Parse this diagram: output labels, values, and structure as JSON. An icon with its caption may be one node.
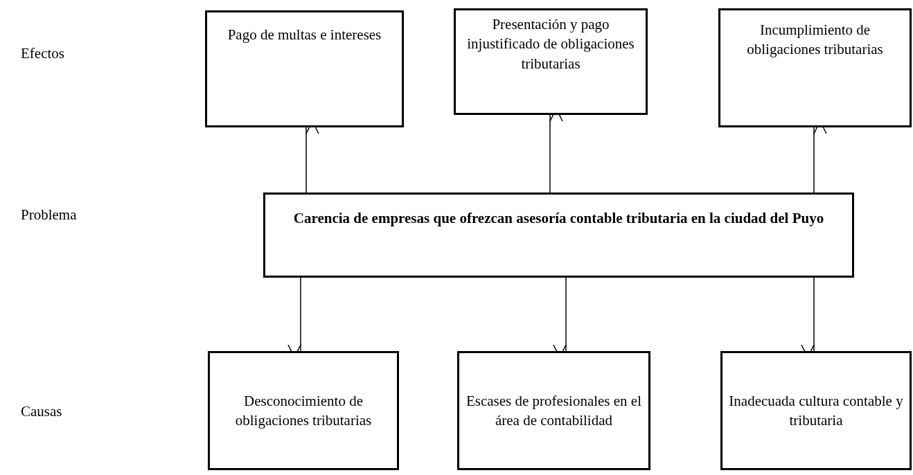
{
  "diagram": {
    "nodes": [
      {
        "text": [
          "Pago de multas e intereses"
        ]
      },
      {
        "text": [
          "Presentación y pago injustificado de obligaciones tributarias"
        ]
      },
      {
        "text": [
          "Incumplimiento de obligaciones tributarias"
        ]
      },
      {
        "text": [
          "Carencia de empresas que ofrezcan asesoría contable tributaria en la ciudad del Puyo"
        ]
      },
      {
        "text": [
          "Desconocimiento de obligaciones tributarias"
        ]
      },
      {
        "text": [
          "Escases de profesionales en el área de contabilidad"
        ]
      },
      {
        "text": [
          "Inadecuada cultura contable y tributaria"
        ]
      }
    ],
    "edges": [
      {
        "from": 3,
        "to": 0,
        "arrow": "to"
      },
      {
        "from": 3,
        "to": 1,
        "arrow": "to"
      },
      {
        "from": 3,
        "to": 2,
        "arrow": "to"
      },
      {
        "from": 3,
        "to": 4,
        "arrow": "to"
      },
      {
        "from": 3,
        "to": 5,
        "arrow": "to"
      },
      {
        "from": 3,
        "to": 6,
        "arrow": "to"
      }
    ],
    "labels": [
      "Efectos",
      "Problema",
      "Causas"
    ]
  }
}
